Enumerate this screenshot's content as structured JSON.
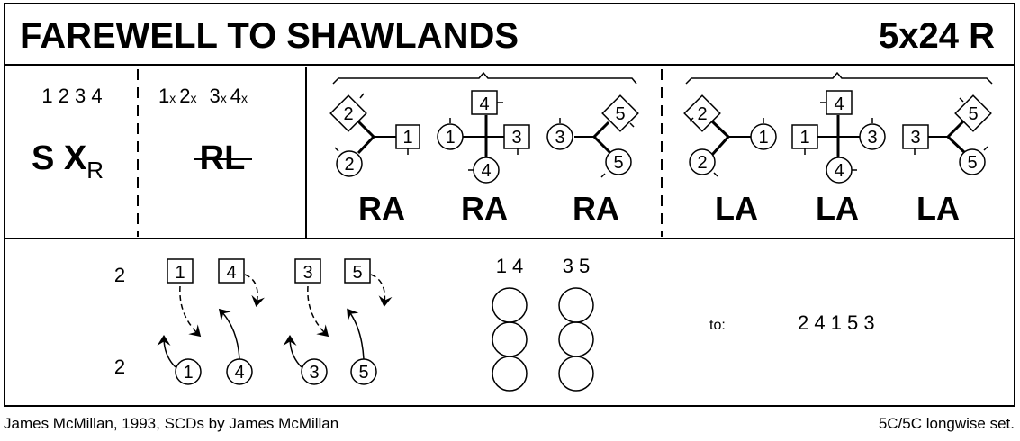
{
  "header": {
    "title": "FAREWELL TO SHAWLANDS",
    "meta": "5x24 R"
  },
  "row1": {
    "cell1": {
      "bars": "1 2 3 4",
      "figure_main": "S X",
      "figure_sub": "R"
    },
    "cell2": {
      "bars": [
        "1",
        "x",
        "2",
        "x",
        "3",
        "x",
        "4",
        "x"
      ],
      "figure": "RL"
    },
    "cell3": {
      "labels": [
        "RA",
        "RA",
        "RA"
      ],
      "groups": [
        {
          "dancers": [
            "2",
            "2",
            "1"
          ]
        },
        {
          "dancers": [
            "4",
            "1",
            "3",
            "4"
          ]
        },
        {
          "dancers": [
            "3",
            "5",
            "5"
          ]
        }
      ]
    },
    "cell4": {
      "labels": [
        "LA",
        "LA",
        "LA"
      ],
      "groups": [
        {
          "dancers": [
            "2",
            "2",
            "1"
          ]
        },
        {
          "dancers": [
            "4",
            "1",
            "3",
            "4"
          ]
        },
        {
          "dancers": [
            "3",
            "5",
            "5"
          ]
        }
      ]
    }
  },
  "row2": {
    "bars_top": "2",
    "bars_bottom": "2",
    "top_squares": [
      "1",
      "4",
      "3",
      "5"
    ],
    "bottom_circles": [
      "1",
      "4",
      "3",
      "5"
    ],
    "column_labels": [
      "1 4",
      "3 5"
    ],
    "to_label": "to:",
    "to_order": "2 4 1 5 3"
  },
  "footer": {
    "left": "James McMillan, 1993, SCDs by James McMillan",
    "right": "5C/5C longwise set."
  }
}
